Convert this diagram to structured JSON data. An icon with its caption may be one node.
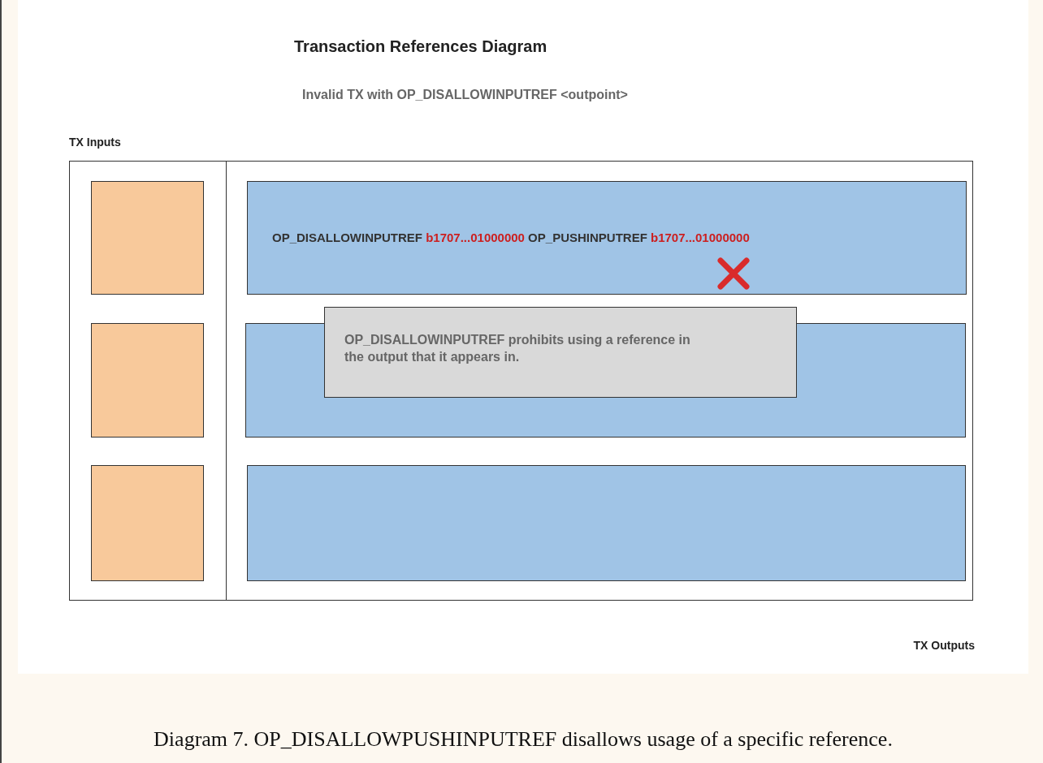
{
  "diagram": {
    "title": "Transaction References Diagram",
    "nodes": [
      {
        "text": [],
        "shape": "box"
      },
      {
        "text": [],
        "shape": "box",
        "in": 0
      },
      {
        "text": [],
        "shape": "box",
        "in": 0
      },
      {
        "text": [],
        "shape": "box",
        "in": 0
      },
      {
        "text": [
          "OP_DISALLOWINPUTREF **b1707...01000000** OP_PUSHINPUTREF **b1707...01000000**"
        ],
        "in": 0
      },
      {
        "text": [],
        "shape": "box",
        "in": 0
      },
      {
        "text": [],
        "shape": "box",
        "in": 0
      },
      {
        "text": [
          "OP_DISALLOWINPUTREF prohibits using a reference in the output that it appears in."
        ],
        "in": 0
      }
    ],
    "labels": [
      "Invalid TX with OP_DISALLOWINPUTREF <outpoint>",
      "TX Inputs",
      "TX Outputs"
    ],
    "caption": "Diagram 7. OP_DISALLOWPUSHINPUTREF disallows usage of a specific reference."
  }
}
